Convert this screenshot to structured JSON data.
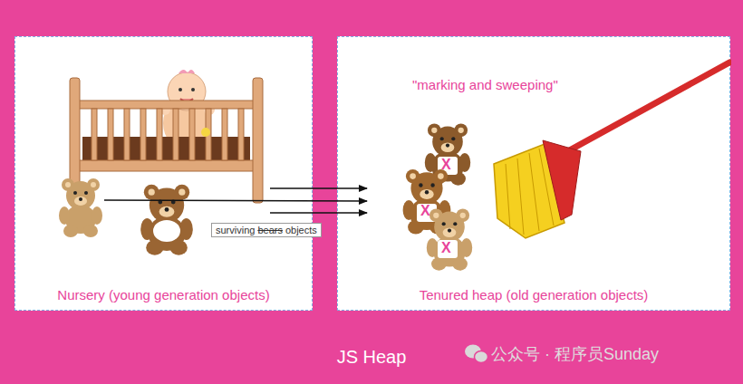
{
  "diagram": {
    "nodes": [
      {
        "text": [
          "JS Heap"
        ]
      },
      {
        "text": [
          "Nursery (young generation objects)"
        ],
        "in": 0
      },
      {
        "text": [
          "Tenured heap (old generation objects)"
        ],
        "in": 0
      }
    ],
    "edges": [
      {
        "from": 1,
        "to": 2,
        "arrow": "to"
      },
      {
        "from": 1,
        "to": 2,
        "arrow": "to"
      },
      {
        "from": 1,
        "to": 2,
        "arrow": "to"
      }
    ],
    "labels": [
      "\"marking and sweeping\"",
      "surviving",
      "bears",
      "objects",
      "X",
      "X",
      "X",
      "公众号 · 程序员Sunday"
    ]
  }
}
